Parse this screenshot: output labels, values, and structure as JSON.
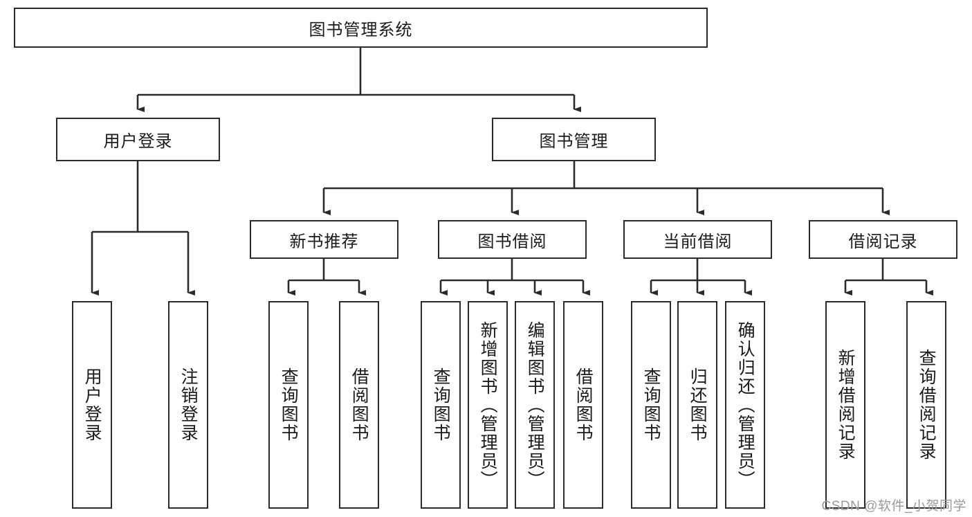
{
  "diagram": {
    "type": "tree-hierarchy",
    "title": "图书管理系统",
    "orientation": "top-down",
    "colors": {
      "box_border": "#2b2b2b",
      "box_fill": "#ffffff",
      "connector": "#2b2b2b",
      "text": "#1a1a1a",
      "watermark": "#9a9a9a",
      "background": "#ffffff"
    },
    "root": {
      "id": "root",
      "label": "图书管理系统",
      "text_direction": "horizontal"
    },
    "level2": [
      {
        "id": "user-login",
        "label": "用户登录",
        "text_direction": "horizontal"
      },
      {
        "id": "book-management",
        "label": "图书管理",
        "text_direction": "horizontal"
      }
    ],
    "level3": [
      {
        "id": "new-book-recommend",
        "label": "新书推荐",
        "text_direction": "horizontal",
        "parent": "book-management"
      },
      {
        "id": "book-borrow",
        "label": "图书借阅",
        "text_direction": "horizontal",
        "parent": "book-management"
      },
      {
        "id": "current-borrow",
        "label": "当前借阅",
        "text_direction": "horizontal",
        "parent": "book-management"
      },
      {
        "id": "borrow-record",
        "label": "借阅记录",
        "text_direction": "horizontal",
        "parent": "book-management"
      }
    ],
    "leaves": [
      {
        "id": "leaf-user-login",
        "label": "用户登录",
        "text_direction": "vertical",
        "parent": "user-login"
      },
      {
        "id": "leaf-user-logout",
        "label": "注销登录",
        "text_direction": "vertical",
        "parent": "user-login"
      },
      {
        "id": "leaf-query-book-1",
        "label": "查询图书",
        "text_direction": "vertical",
        "parent": "new-book-recommend"
      },
      {
        "id": "leaf-borrow-book-1",
        "label": "借阅图书",
        "text_direction": "vertical",
        "parent": "new-book-recommend"
      },
      {
        "id": "leaf-query-book-2",
        "label": "查询图书",
        "text_direction": "vertical",
        "parent": "book-borrow"
      },
      {
        "id": "leaf-add-book",
        "label": "新增图书（管理员）",
        "text_direction": "vertical",
        "parent": "book-borrow"
      },
      {
        "id": "leaf-edit-book",
        "label": "编辑图书（管理员）",
        "text_direction": "vertical",
        "parent": "book-borrow"
      },
      {
        "id": "leaf-borrow-book-2",
        "label": "借阅图书",
        "text_direction": "vertical",
        "parent": "book-borrow"
      },
      {
        "id": "leaf-query-book-3",
        "label": "查询图书",
        "text_direction": "vertical",
        "parent": "current-borrow"
      },
      {
        "id": "leaf-return-book",
        "label": "归还图书",
        "text_direction": "vertical",
        "parent": "current-borrow"
      },
      {
        "id": "leaf-confirm-return",
        "label": "确认归还（管理员）",
        "text_direction": "vertical",
        "parent": "current-borrow"
      },
      {
        "id": "leaf-add-record",
        "label": "新增借阅记录",
        "text_direction": "vertical",
        "parent": "borrow-record"
      },
      {
        "id": "leaf-query-record",
        "label": "查询借阅记录",
        "text_direction": "vertical",
        "parent": "borrow-record"
      }
    ]
  },
  "watermark": {
    "text": "CSDN @软件_小贺同学"
  }
}
